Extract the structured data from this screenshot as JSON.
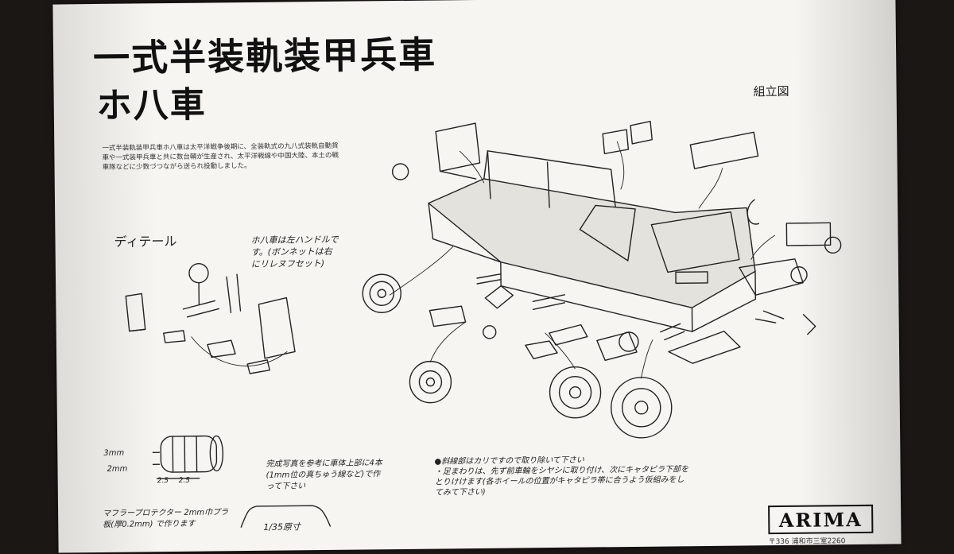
{
  "title_line1": "一式半装軌装甲兵車",
  "title_line2": "ホ八車",
  "assembly_label": "組立図",
  "intro_text": "一式半装軌装甲兵車ホ八車は太平洋戦争後期に、全装軌式の九八式装軌自動貨車や一式装甲兵車と共に数台輌が生産され、太平洋戦線や中国大陸、本土の戦車隊などに少数づつながら送られ投動しました。",
  "detail_label": "ディテール",
  "note_steering": "ホ八車は左ハンドルです。(ボンネットは右にリレヌフセット)",
  "dim_3mm": "3mm",
  "dim_2mm": "2mm",
  "dim_25_left": "2.5",
  "dim_25_right": "2.5",
  "muffler_note": "マフラープロテクター 2mm巾プラ板(厚0.2mm) で作ります",
  "antenna_note": "完成写真を参考に車体上部に4本(1mm位の真ちゅう線など)で作って下さい",
  "scale_label": "1/35原寸",
  "right_note_1": "●斜線部はカリですので取り除いて下さい",
  "right_note_2": "・足まわりは、先ず前車輪をシヤシに取り付け、次にキャタピラ下部をとりけけます(各ホイールの位置がキャタピラ帯に合うよう仮組みをしてみて下さい)",
  "logo_text": "ARIMA",
  "address_text": "〒336 浦和市三室2260"
}
